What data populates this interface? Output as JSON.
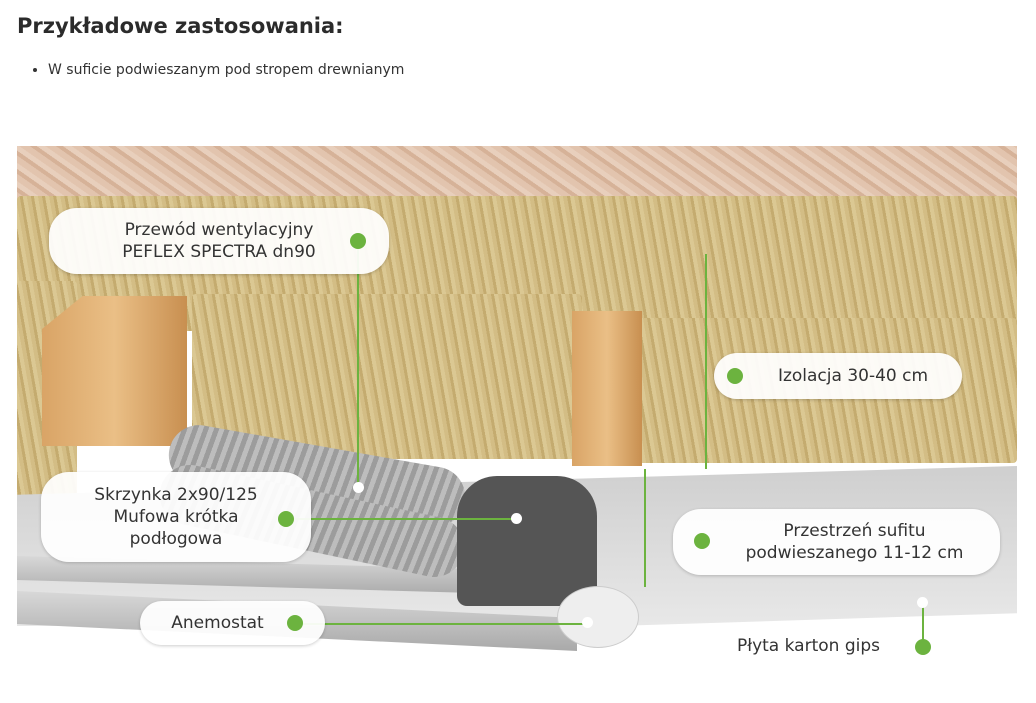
{
  "heading": "Przykładowe zastosowania:",
  "bullets": [
    "W suficie podwieszanym pod stropem drewnianym"
  ],
  "diagram": {
    "labels": {
      "duct": [
        "Przewód wentylacyjny",
        "PEFLEX SPECTRA dn90"
      ],
      "insulation": "Izolacja 30-40 cm",
      "box": [
        "Skrzynka 2x90/125",
        "Mufowa krótka",
        "podłogowa"
      ],
      "space": [
        "Przestrzeń sufitu",
        "podwieszanego 11-12 cm"
      ],
      "diffuser": "Anemostat",
      "board": "Płyta karton gips"
    },
    "accent": "#6cb33f"
  }
}
